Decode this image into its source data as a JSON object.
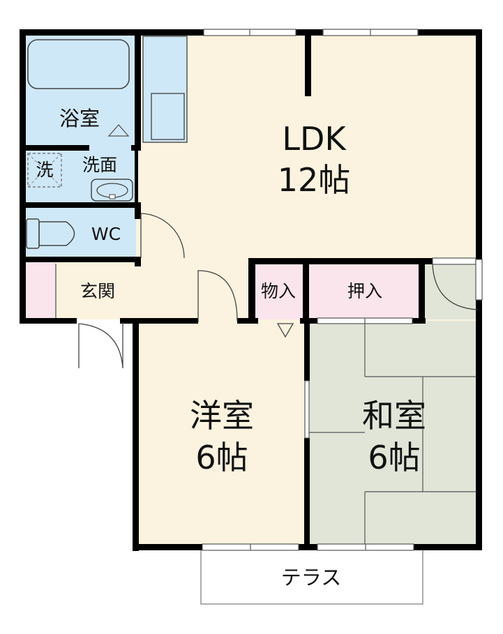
{
  "rooms": {
    "ldk": {
      "name": "LDK",
      "size": "12帖"
    },
    "yoshitsu": {
      "name": "洋室",
      "size": "6帖"
    },
    "washitsu": {
      "name": "和室",
      "size": "6帖"
    },
    "bathroom": {
      "name": "浴室"
    },
    "washroom": {
      "name": "洗面"
    },
    "washer": {
      "name": "洗"
    },
    "toilet": {
      "name": "WC"
    },
    "entrance": {
      "name": "玄関"
    },
    "storage": {
      "name": "物入"
    },
    "closet": {
      "name": "押入"
    },
    "terrace": {
      "name": "テラス"
    }
  },
  "colors": {
    "wall": "#000000",
    "wet_area": "#cfe8f7",
    "living_floor": "#fbf3df",
    "tatami": "#e0e5d8",
    "storage": "#fbe5ec",
    "window": "#ffffff"
  }
}
